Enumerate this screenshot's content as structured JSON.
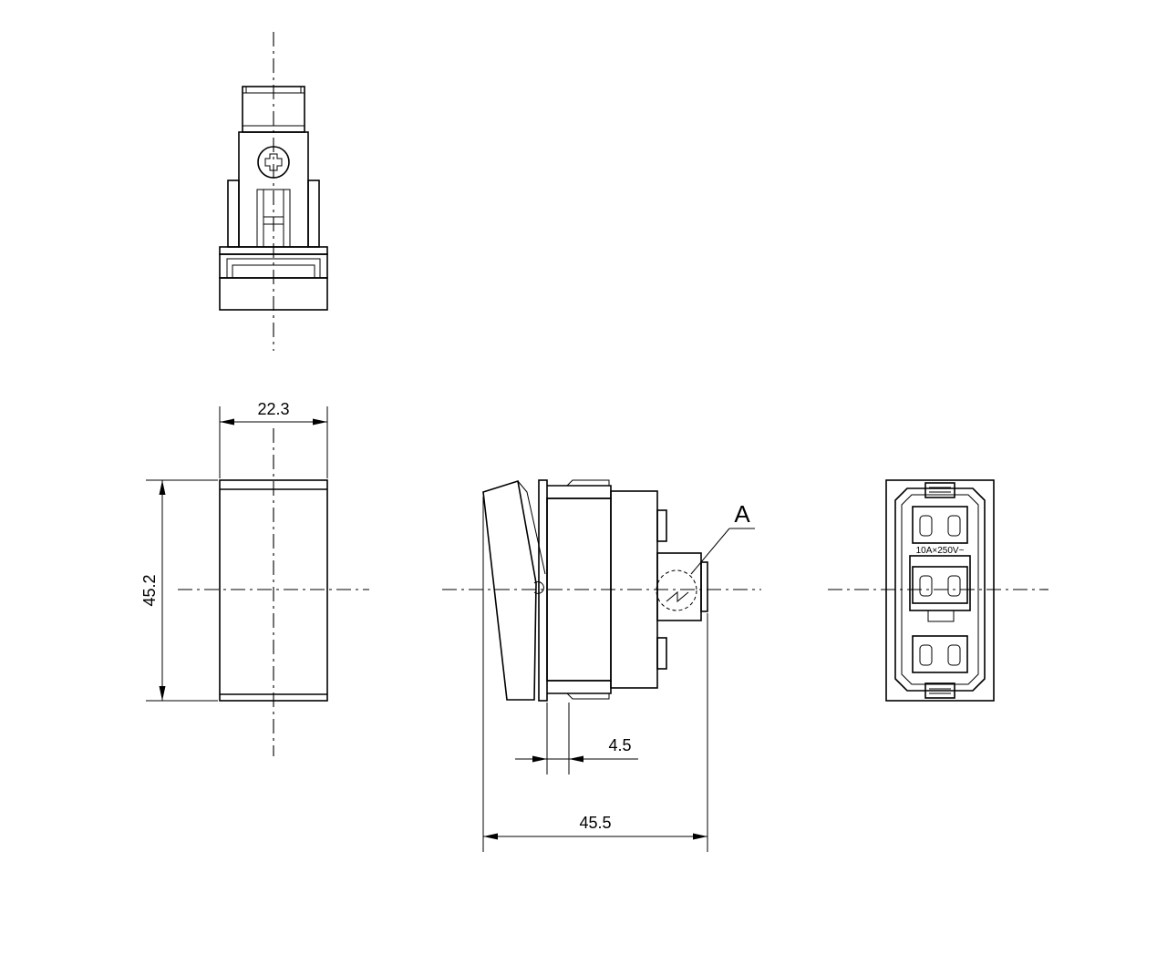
{
  "dimensions": {
    "width": "22.3",
    "height": "45.2",
    "depth": "45.5",
    "offset": "4.5"
  },
  "detail_label": "A",
  "rating_label": "10A×250V~"
}
